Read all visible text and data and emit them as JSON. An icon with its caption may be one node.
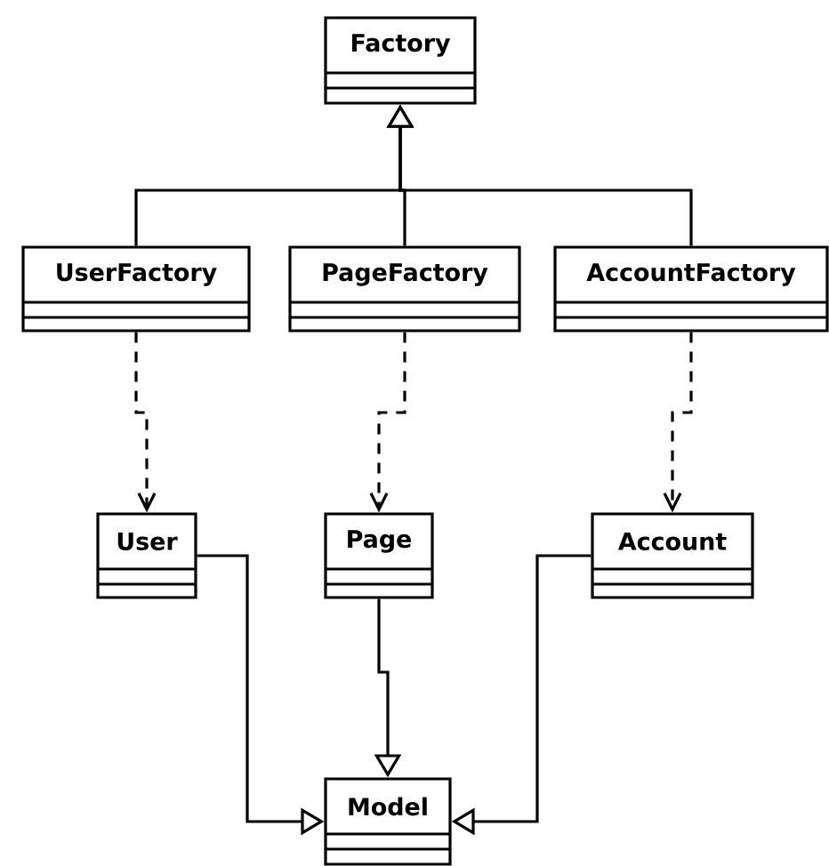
{
  "diagram": {
    "nodes": [
      {
        "text": [
          "Factory"
        ]
      },
      {
        "text": [
          "UserFactory"
        ]
      },
      {
        "text": [
          "PageFactory"
        ]
      },
      {
        "text": [
          "AccountFactory"
        ]
      },
      {
        "text": [
          "User"
        ]
      },
      {
        "text": [
          "Page"
        ]
      },
      {
        "text": [
          "Account"
        ]
      },
      {
        "text": [
          "Model"
        ]
      }
    ],
    "edges": [
      {
        "from": 1,
        "to": 0,
        "arrow": "to"
      },
      {
        "from": 2,
        "to": 0,
        "arrow": "to"
      },
      {
        "from": 3,
        "to": 0,
        "arrow": "to"
      },
      {
        "from": 1,
        "to": 4,
        "arrow": "to",
        "style": "dashed"
      },
      {
        "from": 2,
        "to": 5,
        "arrow": "to",
        "style": "dashed"
      },
      {
        "from": 3,
        "to": 6,
        "arrow": "to",
        "style": "dashed"
      },
      {
        "from": 4,
        "to": 7,
        "arrow": "to"
      },
      {
        "from": 5,
        "to": 7,
        "arrow": "to"
      },
      {
        "from": 6,
        "to": 7,
        "arrow": "to"
      }
    ]
  }
}
